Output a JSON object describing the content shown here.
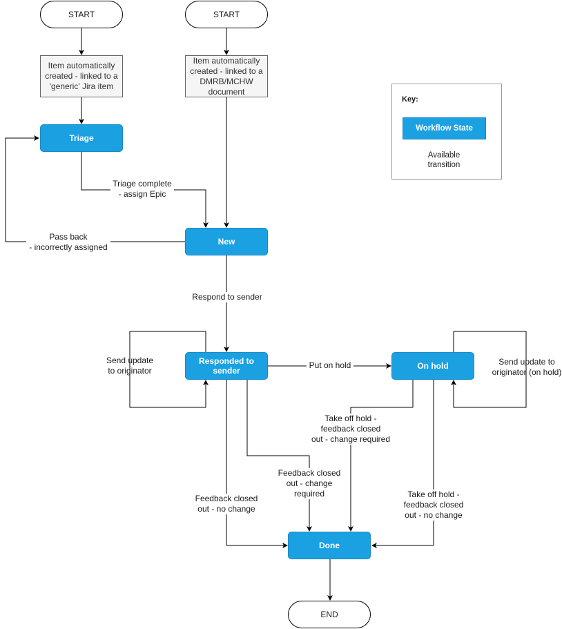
{
  "nodes": {
    "start_left": "START",
    "start_right": "START",
    "auto_generic": "Item automatically created - linked to a 'generic' Jira item",
    "auto_dmrb": "Item automatically created - linked to a DMRB/MCHW document",
    "triage": "Triage",
    "new": "New",
    "responded": "Responded to sender",
    "on_hold": "On hold",
    "done": "Done",
    "end": "END"
  },
  "edges": {
    "triage_complete": "Triage complete\n- assign Epic",
    "pass_back": "Pass back\n- incorrectly assigned",
    "respond_to_sender": "Respond to sender",
    "send_update_originator": "Send update\nto originator",
    "put_on_hold": "Put on hold",
    "send_update_on_hold": "Send update to\noriginator (on hold)",
    "take_off_hold_change": "Take off hold -\nfeedback closed\nout - change required",
    "feedback_closed_change": "Feedback closed\nout - change\nrequired",
    "feedback_closed_no_change": "Feedback closed\nout - no change",
    "take_off_hold_no_change": "Take off hold -\nfeedback closed\nout - no change"
  },
  "key": {
    "title": "Key:",
    "state_label": "Workflow State",
    "transition_label": "Available\ntransition"
  },
  "colors": {
    "state_fill": "#1ba1e2",
    "process_fill": "#f5f5f5",
    "line": "#000000"
  }
}
